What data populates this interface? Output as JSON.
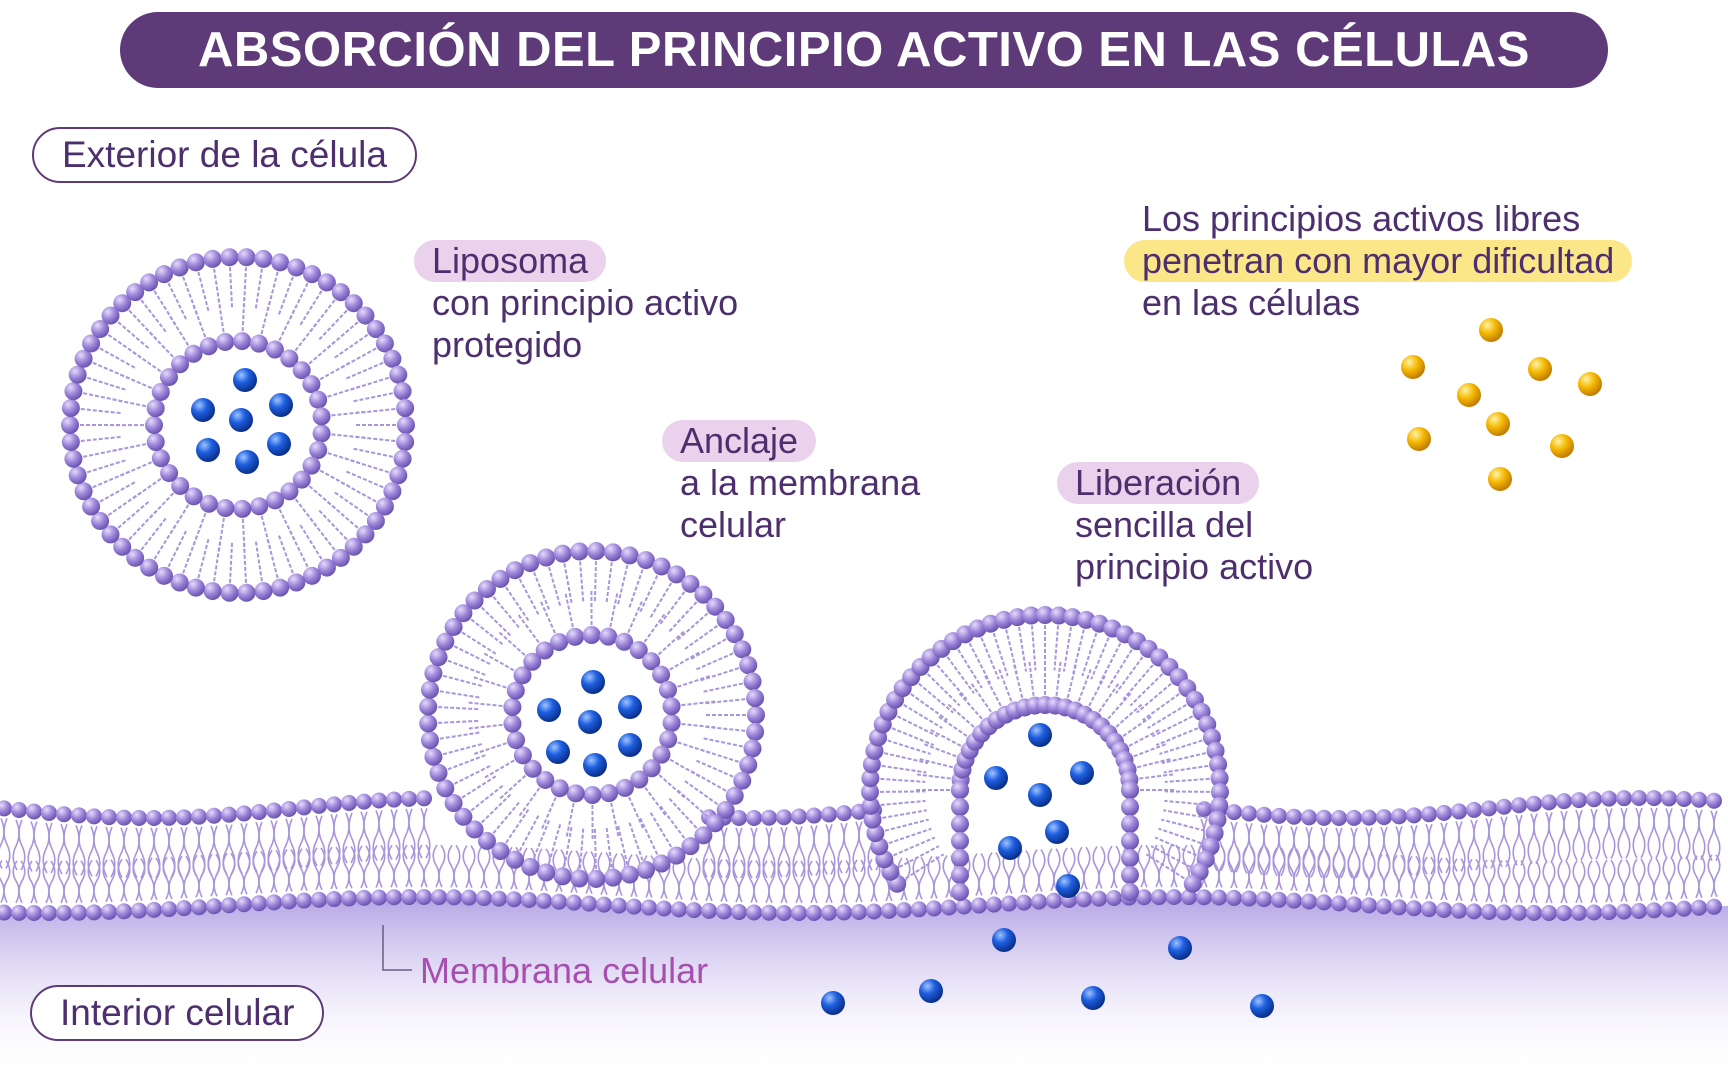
{
  "title": "ABSORCIÓN DEL PRINCIPIO ACTIVO EN LAS CÉLULAS",
  "regions": {
    "outside": "Exterior de la célula",
    "inside": "Interior celular"
  },
  "labels": {
    "liposome": {
      "highlight": "Liposoma",
      "line2": "con principio activo",
      "line3": "protegido"
    },
    "anchoring": {
      "highlight": "Anclaje",
      "line2": "a la membrana",
      "line3": "celular"
    },
    "release": {
      "highlight": "Liberación",
      "line2": "sencilla del",
      "line3": "principio activo"
    },
    "free": {
      "line1": "Los principios activos libres",
      "highlight": "penetran con mayor dificultad",
      "line3": "en las células"
    },
    "membrane": "Membrana celular"
  },
  "colors": {
    "title_bg": "#5e3a78",
    "lipid_head": "#9d85d9",
    "lipid_tail": "#a995da",
    "drug_liposomal": "#1f5fe0",
    "drug_free": "#f5b800",
    "label_highlight": "#ead2ec",
    "text_highlight": "#fbe788",
    "membrane_label": "#a74fb0"
  }
}
